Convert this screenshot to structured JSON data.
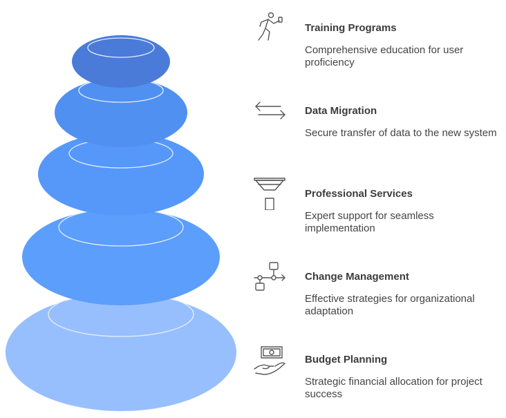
{
  "colors": {
    "layers": [
      "#4a7bd8",
      "#5090f0",
      "#5698fa",
      "#5c9efb",
      "#98bffd"
    ],
    "ring": "#e6eefc",
    "icon_stroke": "#555555"
  },
  "items": [
    {
      "title": "Training Programs",
      "desc": "Comprehensive education for user proficiency",
      "icon": "running-person-icon"
    },
    {
      "title": "Data Migration",
      "desc": "Secure transfer of data to the new system",
      "icon": "bidirectional-arrows-icon"
    },
    {
      "title": "Professional Services",
      "desc": "Expert support for seamless implementation",
      "icon": "funnel-icon"
    },
    {
      "title": "Change Management",
      "desc": "Effective strategies for organizational adaptation",
      "icon": "flowchart-icon"
    },
    {
      "title": "Budget Planning",
      "desc": "Strategic financial allocation for project success",
      "icon": "money-in-hand-icon"
    }
  ]
}
